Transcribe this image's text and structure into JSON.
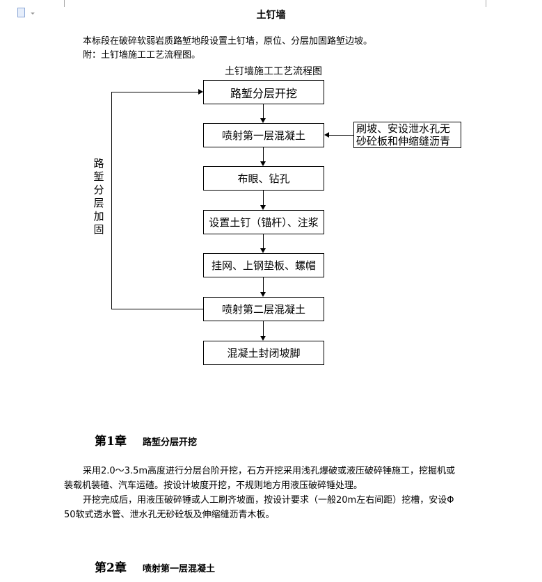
{
  "toolbar": {
    "icon": "document-icon",
    "dropdown": "chevron-down-icon"
  },
  "title": "土钉墙",
  "intro": [
    "本标段在破碎软弱岩质路堑地段设置土钉墙，原位、分层加固路堑边坡。",
    "附：土钉墙施工工艺流程图。"
  ],
  "flowchart": {
    "title": "土钉墙施工工艺流程图",
    "steps": [
      "路堑分层开挖",
      "喷射第一层混凝土",
      "布眼、钻孔",
      "设置土钉（锚杆）、注浆",
      "挂网、上钢垫板、螺帽",
      "喷射第二层混凝土",
      "混凝土封闭坡脚"
    ],
    "side_input": [
      "刷坡、安设泄水孔无",
      "砂砼板和伸缩缝沥青"
    ],
    "loop_label": [
      "路",
      "堑",
      "分",
      "层",
      "加",
      "固"
    ]
  },
  "chapter1": {
    "number": "第1章",
    "title": "路堑分层开挖",
    "paragraphs": [
      "采用2.0～3.5m高度进行分层台阶开挖，石方开挖采用浅孔爆破或液压破碎锤施工，挖掘机或",
      "装载机装碴、汽车运碴。按设计坡度开挖，不规则地方用液压破碎锤处理。",
      "开挖完成后，用液压破碎锤或人工刷齐坡面，按设计要求（一般20m左右间距）挖槽，安设Φ",
      "50软式透水管、泄水孔无砂砼板及伸缩缝沥青木板。"
    ]
  },
  "chapter2": {
    "number": "第2章",
    "title": "喷射第一层混凝土"
  }
}
